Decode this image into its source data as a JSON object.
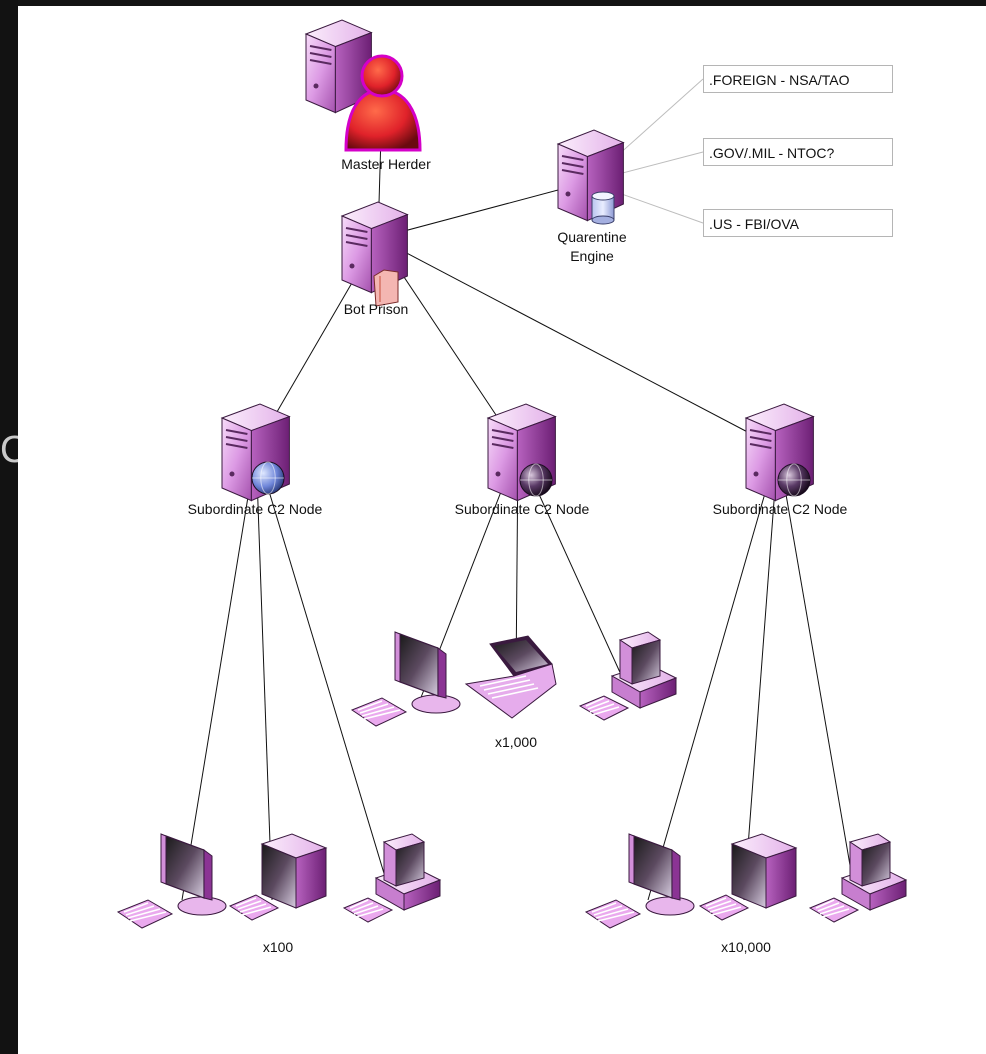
{
  "nodes": {
    "master_herder": "Master Herder",
    "bot_prison": "Bot Prison",
    "quarantine": "Quarentine\nEngine",
    "c2_left": "Subordinate C2 Node",
    "c2_mid": "Subordinate C2 Node",
    "c2_right": "Subordinate C2 Node"
  },
  "counts": {
    "left": "x100",
    "mid": "x1,000",
    "right": "x10,000"
  },
  "boxes": {
    "foreign": ".FOREIGN - NSA/TAO",
    "gov": ".GOV/.MIL - NTOC?",
    "us": ".US - FBI/OVA"
  },
  "side_letter": "C",
  "colors": {
    "device_fill": "#e2a6e8",
    "device_dark": "#9b3d9f",
    "person": "#e0222a",
    "line": "#111111",
    "box_line": "#bdbdbd"
  }
}
